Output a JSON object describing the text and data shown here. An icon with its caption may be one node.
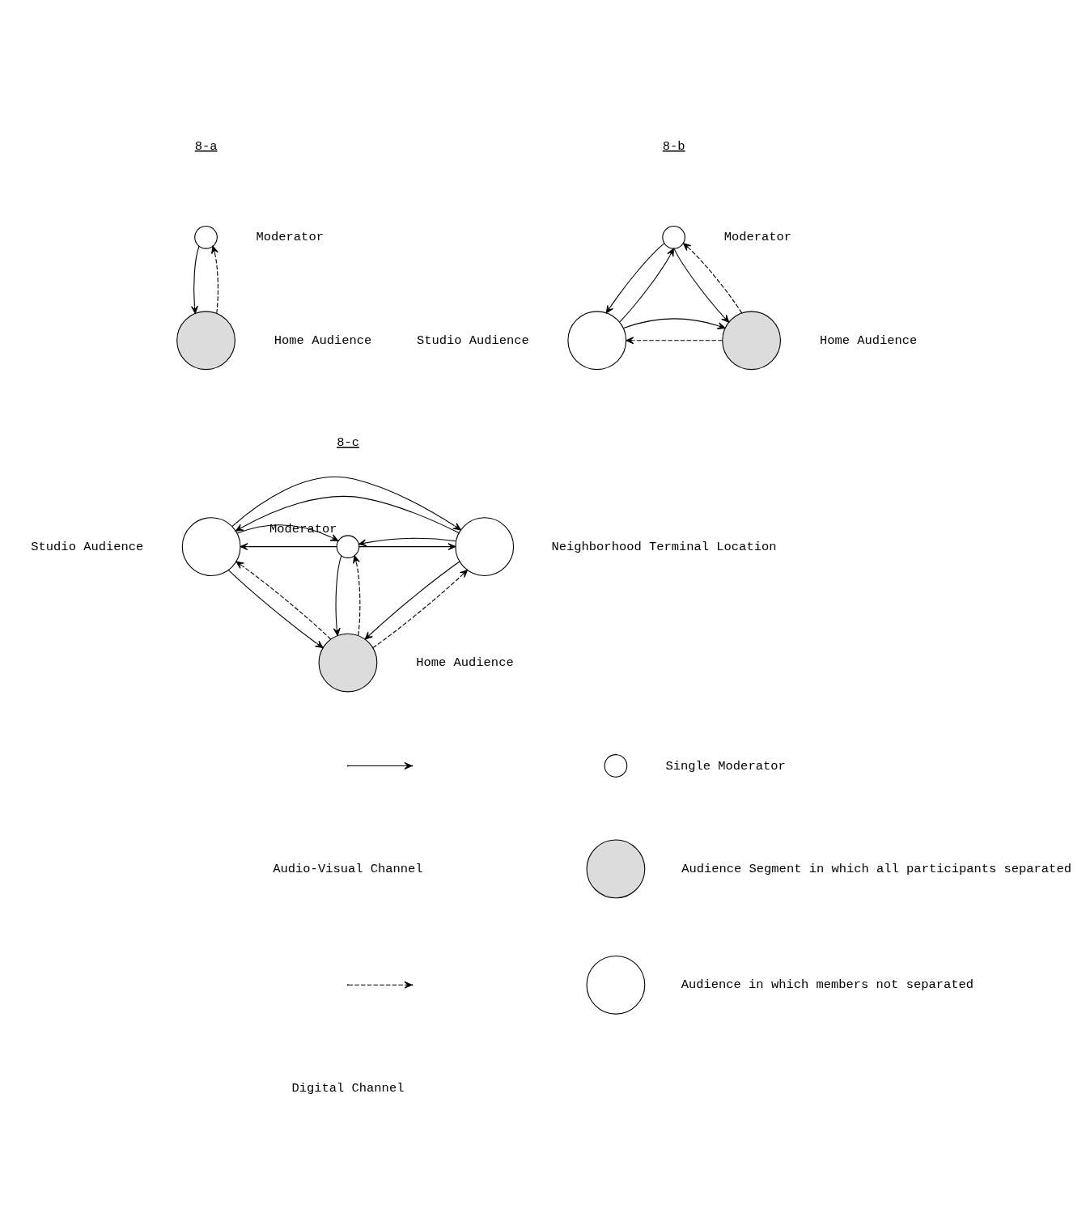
{
  "diagram": {
    "nodes": [
      {
        "text": [],
        "shape": "circle",
        "beside": [
          "Moderator"
        ]
      },
      {
        "text": [],
        "shape": "circle",
        "beside": [
          "Home Audience"
        ]
      },
      {
        "text": [],
        "shape": "circle",
        "beside": [
          "Moderator"
        ]
      },
      {
        "text": [],
        "shape": "circle",
        "beside": [
          "Studio Audience"
        ]
      },
      {
        "text": [],
        "shape": "circle",
        "beside": [
          "Home Audience"
        ]
      },
      {
        "text": [],
        "shape": "circle",
        "beside": [
          "Studio Audience"
        ]
      },
      {
        "text": [],
        "shape": "circle",
        "beside": [
          "Moderator"
        ]
      },
      {
        "text": [],
        "shape": "circle",
        "beside": [
          "Neighborhood Terminal Location"
        ]
      },
      {
        "text": [],
        "shape": "circle",
        "beside": [
          "Home Audience"
        ]
      },
      {
        "text": [],
        "shape": "circle"
      },
      {
        "text": [],
        "shape": "circle"
      },
      {
        "text": [],
        "shape": "circle"
      }
    ],
    "edges": [
      {
        "from": 0,
        "to": 1,
        "arrow": "to"
      },
      {
        "from": 1,
        "to": 0,
        "arrow": "to",
        "style": "dashed"
      },
      {
        "from": 3,
        "to": 2,
        "arrow": "to"
      },
      {
        "from": 2,
        "to": 3,
        "arrow": "to"
      },
      {
        "from": 2,
        "to": 4,
        "arrow": "to"
      },
      {
        "from": 4,
        "to": 2,
        "arrow": "to",
        "style": "dashed"
      },
      {
        "from": 4,
        "to": 3,
        "arrow": "to",
        "style": "dashed"
      },
      {
        "from": 3,
        "to": 4,
        "arrow": "to"
      },
      {
        "from": 7,
        "to": 5,
        "arrow": "to"
      },
      {
        "from": 5,
        "to": 7,
        "arrow": "to"
      },
      {
        "from": 6,
        "to": 5,
        "arrow": "to"
      },
      {
        "from": 6,
        "to": 7,
        "arrow": "to"
      },
      {
        "from": 5,
        "to": 6,
        "arrow": "to"
      },
      {
        "from": 7,
        "to": 6,
        "arrow": "to"
      },
      {
        "from": 6,
        "to": 8,
        "arrow": "to"
      },
      {
        "from": 8,
        "to": 6,
        "arrow": "to",
        "style": "dashed"
      },
      {
        "from": 8,
        "to": 5,
        "arrow": "to",
        "style": "dashed"
      },
      {
        "from": 8,
        "to": 7,
        "arrow": "to",
        "style": "dashed"
      },
      {
        "from": 5,
        "to": 8,
        "arrow": "to"
      },
      {
        "from": 7,
        "to": 8,
        "arrow": "to"
      }
    ],
    "labels": [
      "8-a",
      "8-b",
      "8-c"
    ],
    "legend": [
      {
        "text": "Audio-Visual Channel"
      },
      {
        "text": "Digital Channel"
      },
      {
        "text": "Single Moderator"
      },
      {
        "text": "Audience Segment in which all participants separated"
      },
      {
        "text": "Audience in which members not separated"
      }
    ]
  }
}
